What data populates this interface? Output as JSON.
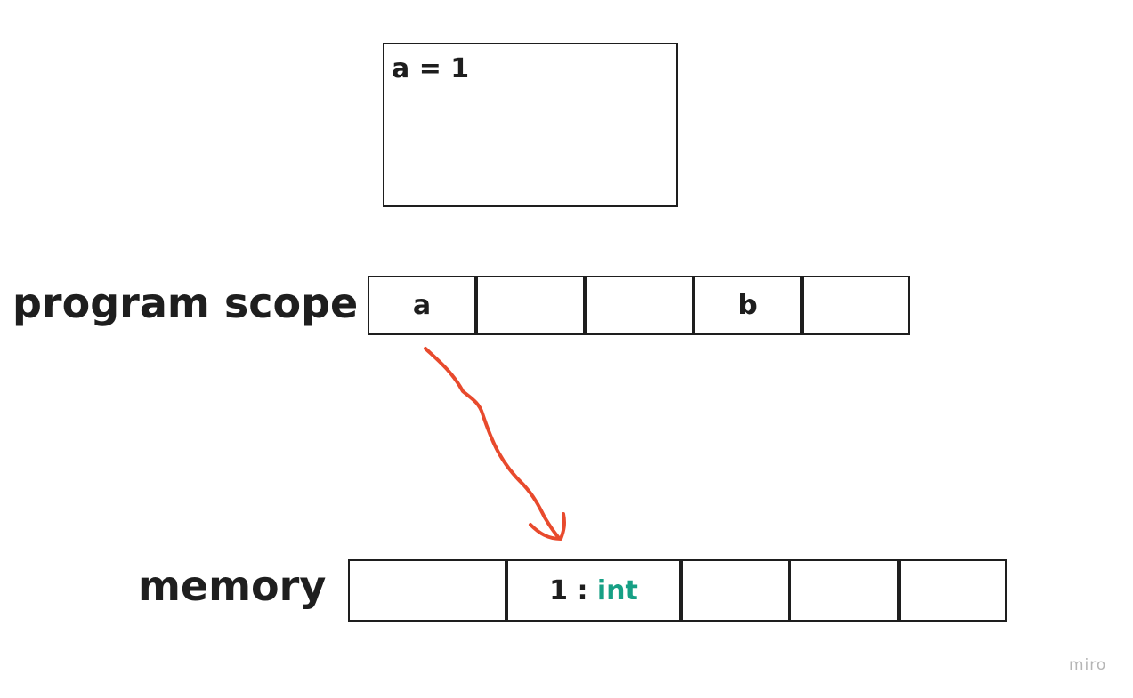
{
  "code_box": {
    "text": "a = 1"
  },
  "program_scope": {
    "label": "program scope",
    "cells": [
      "a",
      "",
      "",
      "b",
      ""
    ]
  },
  "memory": {
    "label": "memory",
    "cells": [
      {
        "value": "",
        "type": ""
      },
      {
        "value": "1 : ",
        "type": "int"
      },
      {
        "value": "",
        "type": ""
      },
      {
        "value": "",
        "type": ""
      },
      {
        "value": "",
        "type": ""
      }
    ]
  },
  "colors": {
    "arrow": "#e84a2d",
    "type_text": "#16a085",
    "stroke": "#1e1e1e"
  },
  "arrow": {
    "from": "program_scope.cells.0",
    "to": "memory.cells.1"
  },
  "watermark": "miro"
}
